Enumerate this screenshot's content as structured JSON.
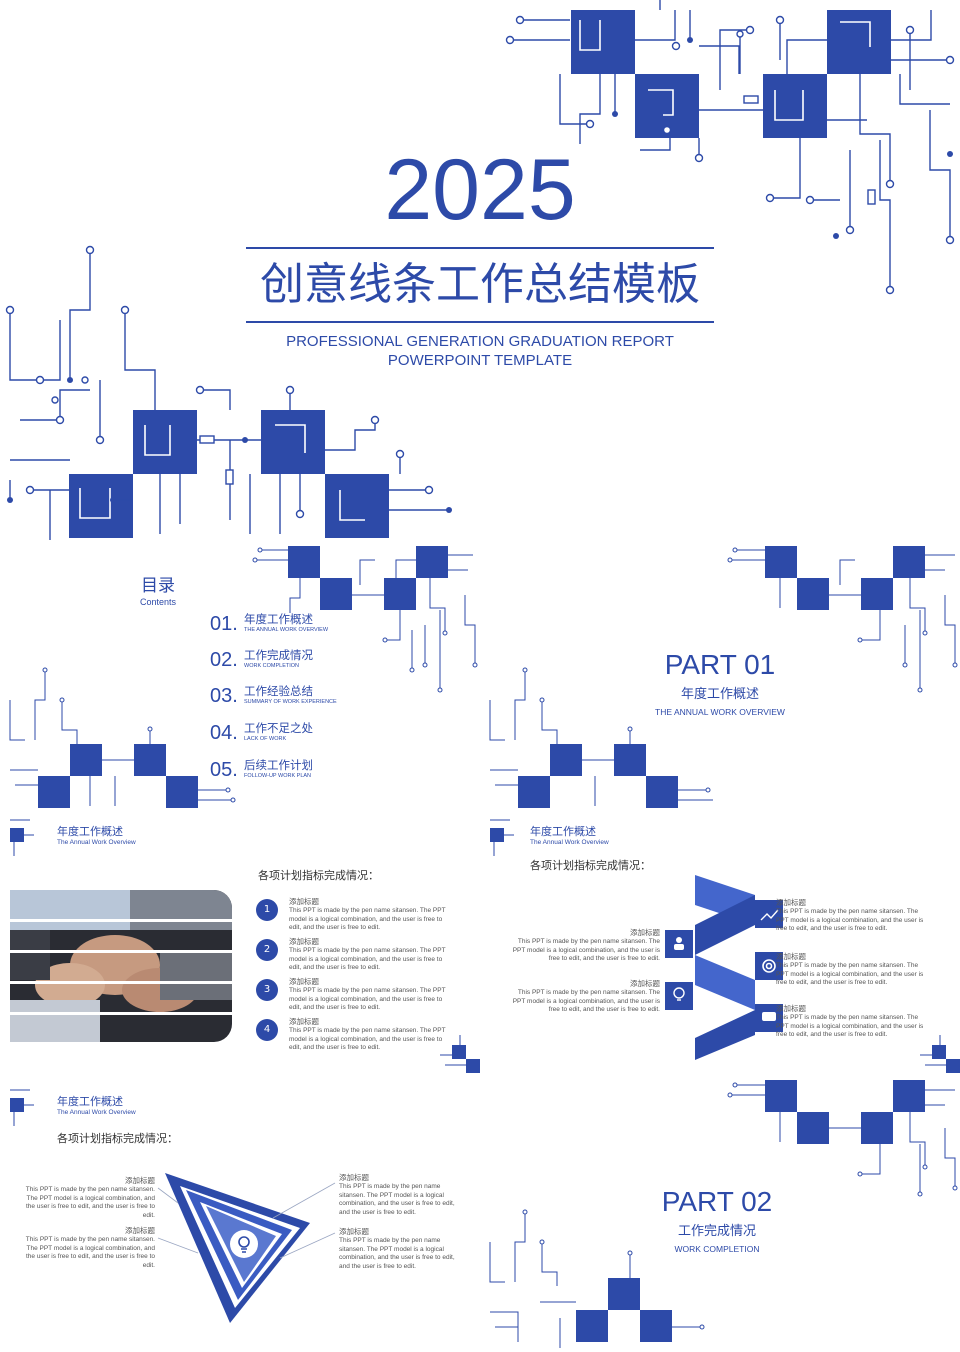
{
  "colors": {
    "accent": "#2d4aa8",
    "light_accent": "#5a78d0",
    "text": "#555555",
    "background": "#ffffff"
  },
  "cover": {
    "year": "2025",
    "title": "创意线条工作总结模板",
    "subtitle_line1": "PROFESSIONAL GENERATION GRADUATION REPORT",
    "subtitle_line2": "POWERPOINT TEMPLATE"
  },
  "contents": {
    "title": "目录",
    "title_en": "Contents",
    "items": [
      {
        "num": "01.",
        "cn": "年度工作概述",
        "en": "THE ANNUAL WORK OVERVIEW"
      },
      {
        "num": "02.",
        "cn": "工作完成情况",
        "en": "WORK COMPLETION"
      },
      {
        "num": "03.",
        "cn": "工作经验总结",
        "en": "SUMMARY OF WORK EXPERIENCE"
      },
      {
        "num": "04.",
        "cn": "工作不足之处",
        "en": "LACK OF WORK"
      },
      {
        "num": "05.",
        "cn": "后续工作计划",
        "en": "FOLLOW-UP WORK PLAN"
      }
    ]
  },
  "part01": {
    "label": "PART 01",
    "cn": "年度工作概述",
    "en": "THE ANNUAL WORK OVERVIEW"
  },
  "part02": {
    "label": "PART 02",
    "cn": "工作完成情况",
    "en": "WORK COMPLETION"
  },
  "slide_header": {
    "cn": "年度工作概述",
    "en": "The Annual Work Overview",
    "heading": "各项计划指标完成情况："
  },
  "item_title": "添加标题",
  "item_body": "This PPT is made by the pen name sitansen. The PPT model is a logical combination, and the user is free to edit, and the user is free to edit.",
  "numbered_items": [
    "1",
    "2",
    "3",
    "4"
  ],
  "icons": [
    "people-icon",
    "lightbulb-icon",
    "chart-icon",
    "lifebuoy-icon",
    "chat-icon"
  ]
}
